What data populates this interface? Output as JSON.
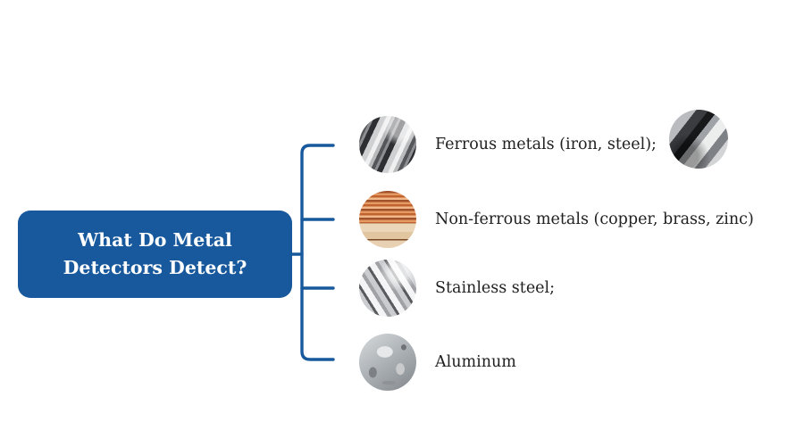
{
  "diagram": {
    "root_node": {
      "title_line1": "What Do Metal",
      "title_line2": "Detectors Detect?"
    },
    "branches": [
      {
        "label": "Ferrous metals (iron, steel);",
        "image": "steel-flat-bars-photo"
      },
      {
        "label": "Non-ferrous metals (copper, brass, zinc)",
        "image": "copper-wire-coil-photo"
      },
      {
        "label": "Stainless steel;",
        "image": "stainless-steel-rods-photo"
      },
      {
        "label": "Aluminum",
        "image": "aluminum-ingots-photo"
      }
    ],
    "decoration": {
      "image": "polished-steel-hex-bars-photo"
    },
    "colors": {
      "node_blue": "#17599C",
      "connector_blue": "#17599C",
      "node_text": "#FFFFFF",
      "label_text": "#212121",
      "background": "#FFFFFF"
    }
  }
}
